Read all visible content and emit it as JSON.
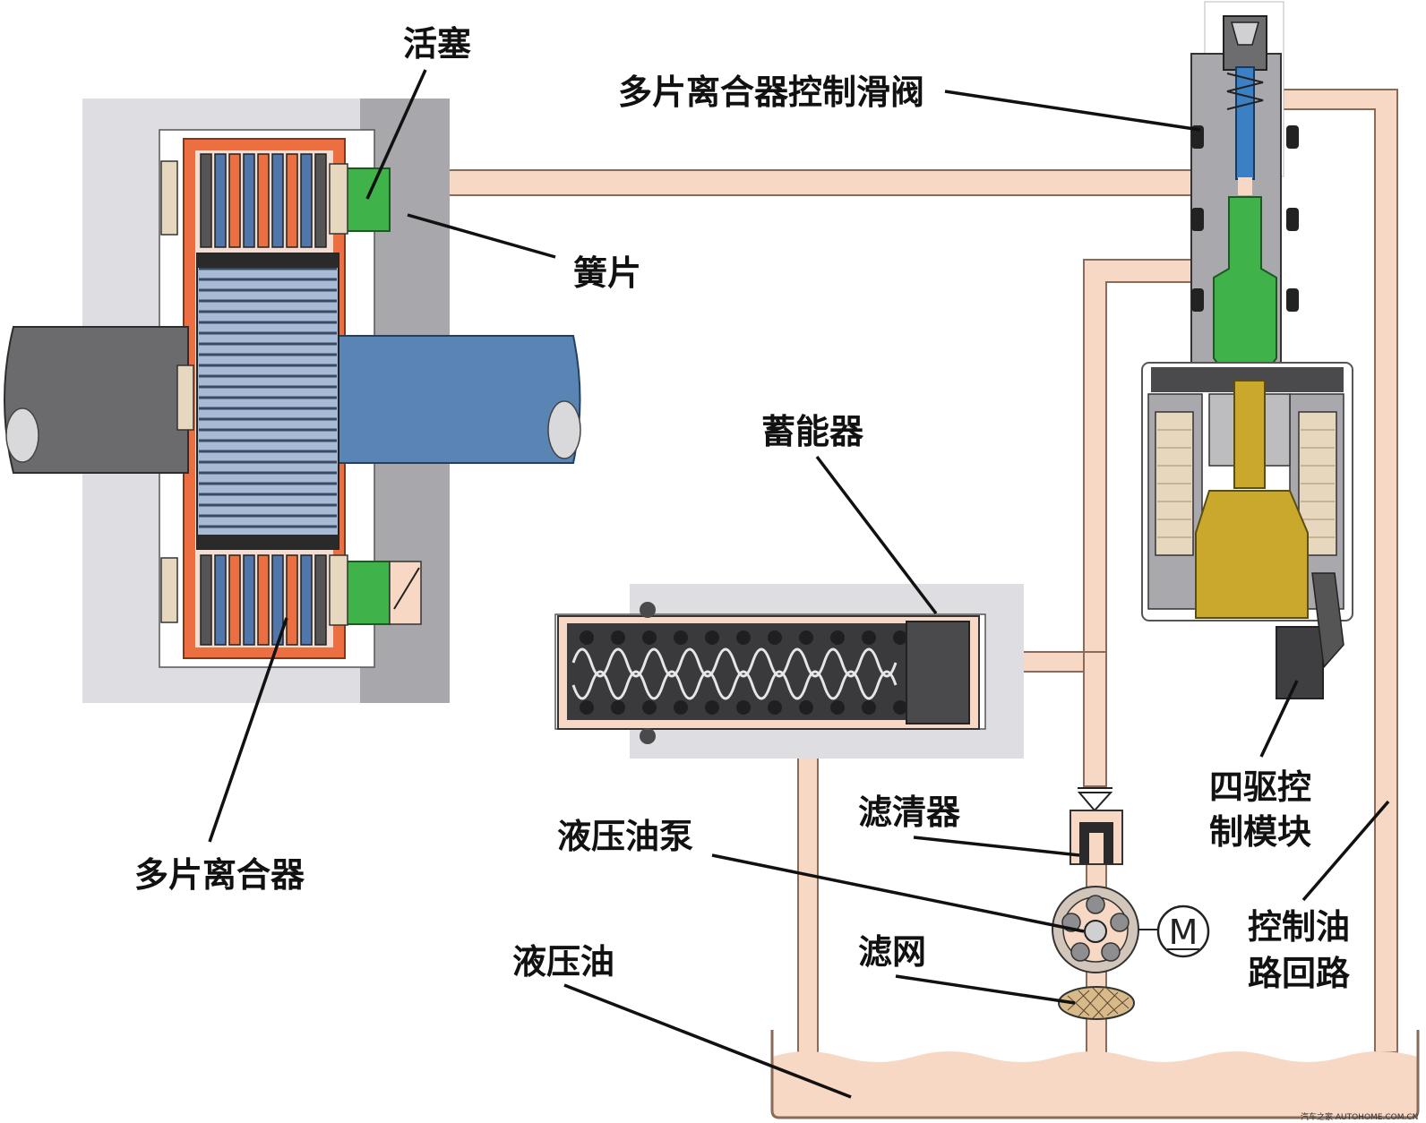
{
  "labels": {
    "piston": "活塞",
    "control_valve": "多片离合器控制滑阀",
    "spring_plate": "簧片",
    "accumulator": "蓄能器",
    "multi_plate_clutch": "多片离合器",
    "awd_module_line1": "四驱控",
    "awd_module_line2": "制模块",
    "filter": "滤清器",
    "pump": "液压油泵",
    "control_circuit_line1": "控制油",
    "control_circuit_line2": "路回路",
    "strainer": "滤网",
    "hydraulic_oil": "液压油"
  },
  "motor_symbol": "M",
  "watermark": "汽车之家 AUTOHOME.COM.CN",
  "colors": {
    "oil": "#f6d8c4",
    "oil_outline": "#8a6a58",
    "housing": "#dedee2",
    "clutch_orange": "#ec6f42",
    "clutch_blue": "#4f77ac",
    "shaft_blue": "#5a84b4",
    "shaft_grey": "#6b6b6e",
    "piston_green": "#3fb34a",
    "valve_blue": "#3b7fc4",
    "solenoid_gold": "#c9a82c",
    "dark_grey": "#3f3f42"
  }
}
